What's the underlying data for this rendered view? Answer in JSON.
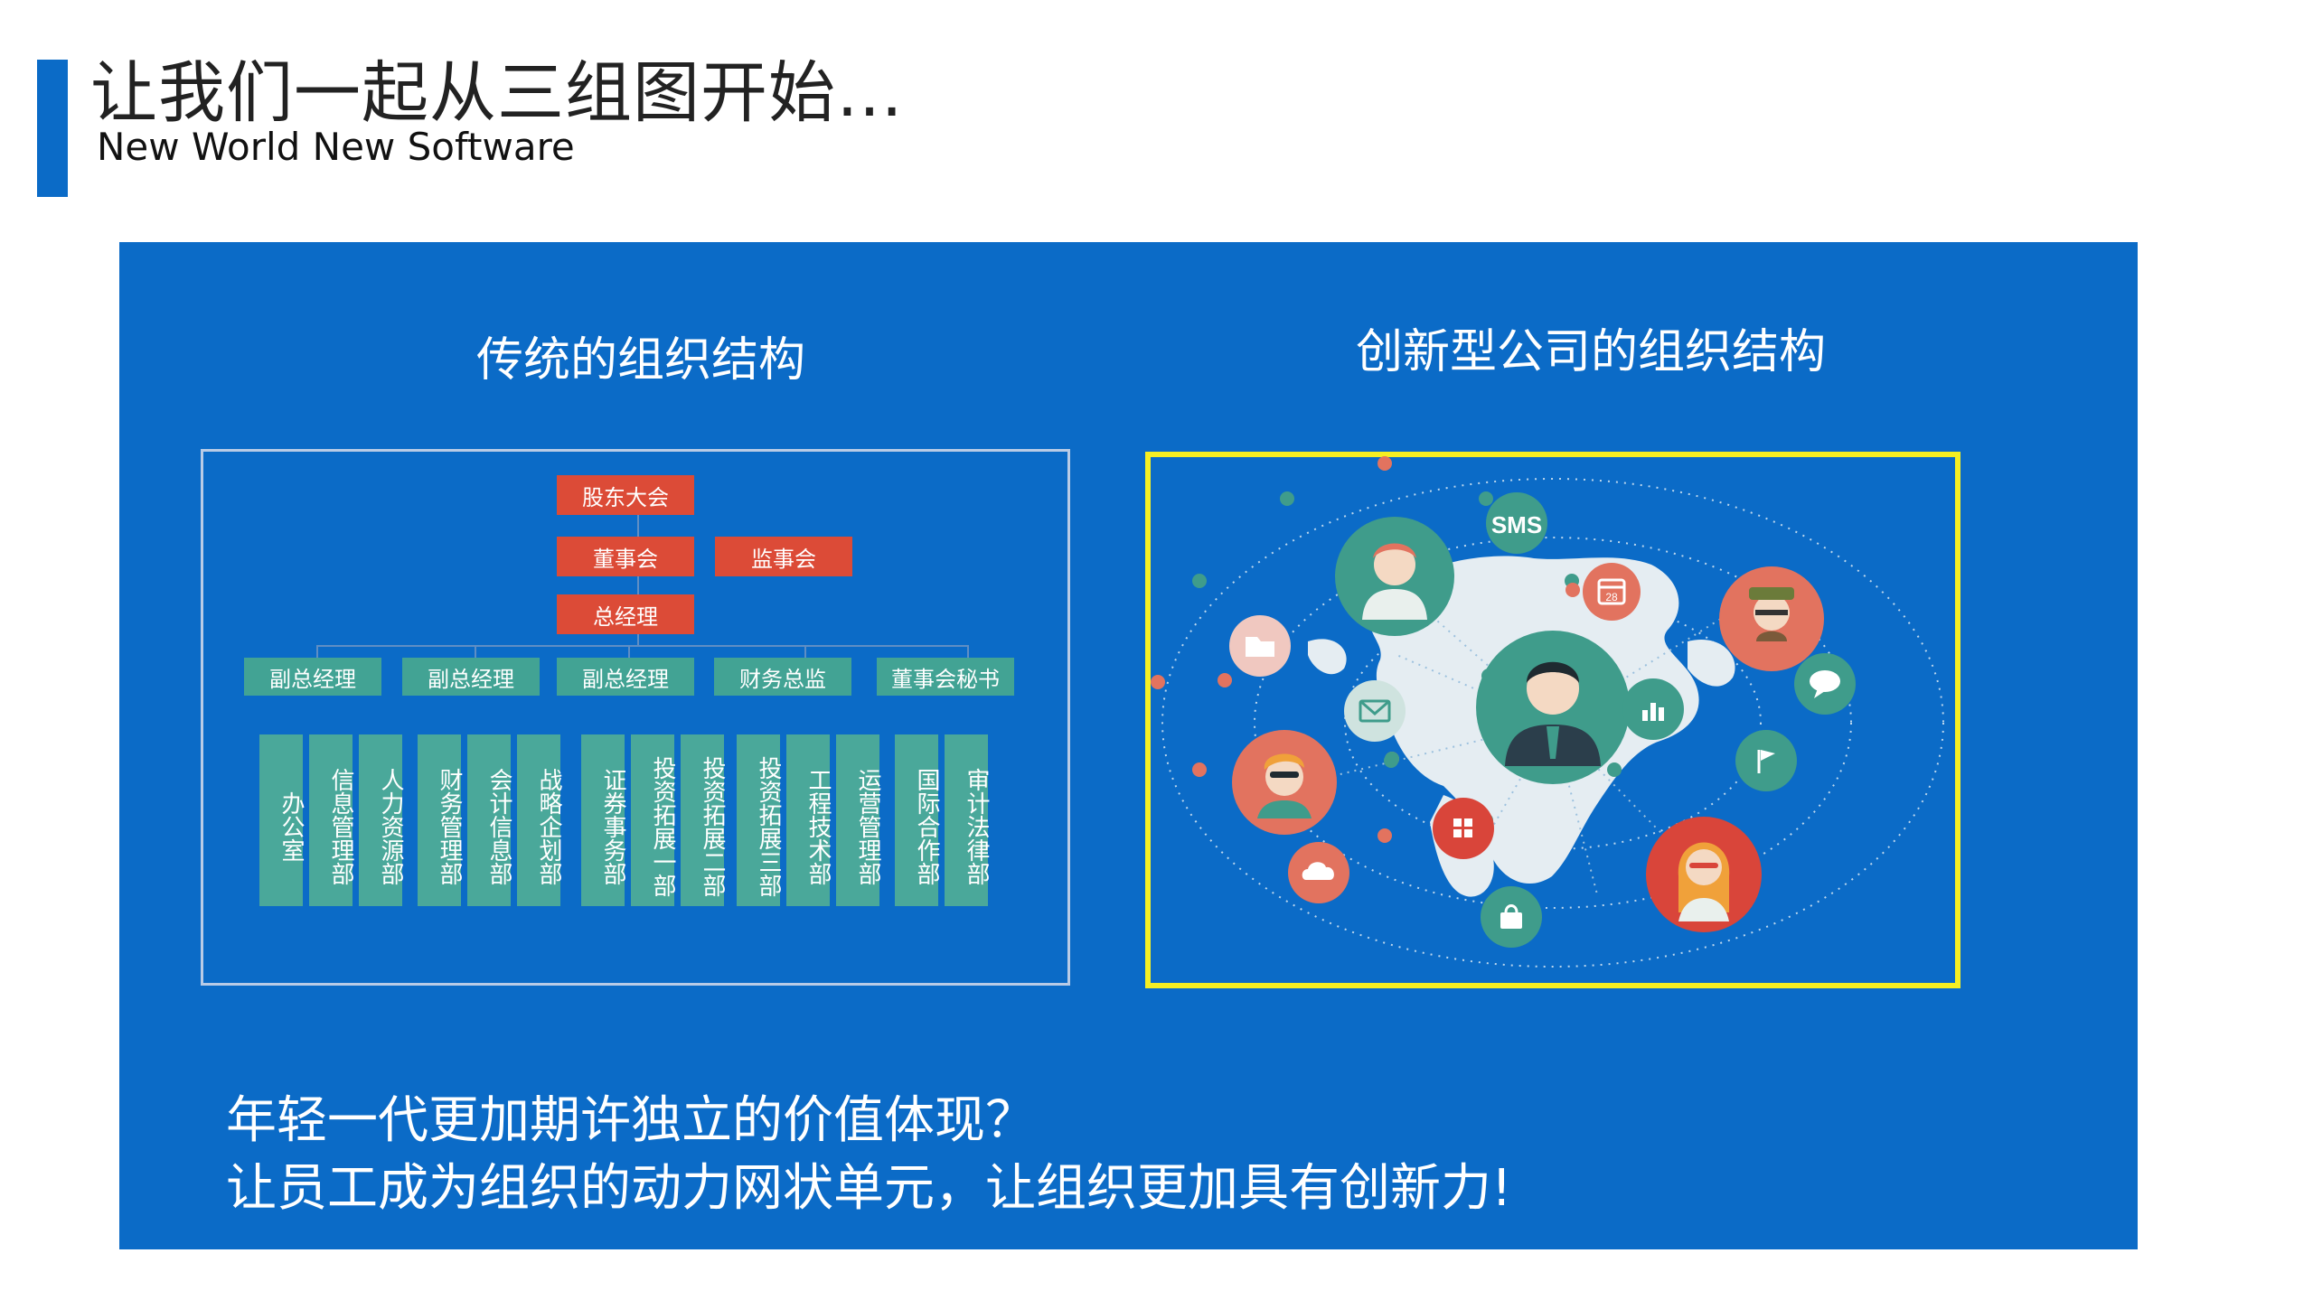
{
  "slide": {
    "title": "让我们一起从三组图开始…",
    "subtitle": "New World New Software"
  },
  "left_diagram": {
    "heading": "传统的组织结构",
    "top": [
      "股东大会",
      "董事会",
      "监事会",
      "总经理"
    ],
    "managers": [
      "副总经理",
      "副总经理",
      "副总经理",
      "财务总监",
      "董事会秘书"
    ],
    "departments": [
      "办公室",
      "信息管理部",
      "人力资源部",
      "财务管理部",
      "会计信息部",
      "战略企划部",
      "证券事务部",
      "投资拓展一部",
      "投资拓展二部",
      "投资拓展三部",
      "工程技术部",
      "运营管理部",
      "国际合作部",
      "审计法律部"
    ]
  },
  "right_diagram": {
    "heading": "创新型公司的组织结构",
    "sms_label": "SMS",
    "calendar_day": "28",
    "icons": [
      "person-icon",
      "sms-icon",
      "calendar-icon",
      "folder-icon",
      "mail-icon",
      "chart-icon",
      "chat-icon",
      "flag-icon",
      "grid-icon",
      "cloud-icon",
      "bag-icon"
    ],
    "colors": {
      "highlight": "#f6ef22",
      "teal": "#3f9c8b",
      "coral": "#e2735f",
      "red": "#d9453a"
    }
  },
  "bottom": {
    "line1": "年轻一代更加期许独立的价值体现？",
    "line2": "让员工成为组织的动力网状单元，让组织更加具有创新力!"
  },
  "colors": {
    "panel": "#0b6bc7",
    "accent": "#0b6bc7",
    "red_box": "#dc4b37",
    "green_box": "#42a394"
  }
}
